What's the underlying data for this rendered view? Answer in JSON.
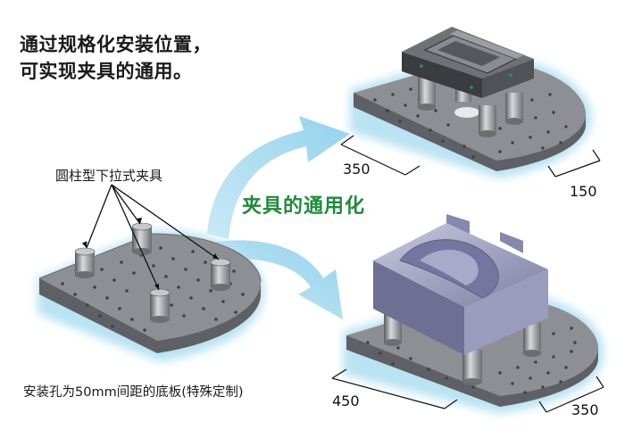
{
  "headline": {
    "line1": "通过规格化安装位置，",
    "line2": "可实现夹具的通用。"
  },
  "center_title": "夹具的通用化",
  "labels": {
    "clamp": "圆柱型下拉式夹具",
    "plate": "安装孔为50mm间距的底板(特殊定制)"
  },
  "dimensions": {
    "top_left": "350",
    "top_right": "150",
    "bottom_left": "450",
    "bottom_right": "350"
  },
  "colors": {
    "plate_top": "#8d8f94",
    "plate_side": "#5e6066",
    "glow": "#b9e3f2",
    "arrow": "#a9d9ef",
    "title_green": "#1f8a3a",
    "fixture_purple": "#8e8fb2"
  }
}
